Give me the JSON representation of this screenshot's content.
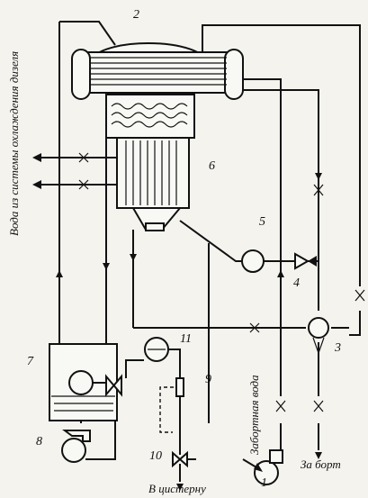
{
  "labels": {
    "cooling_water": "Вода из системы охлаждения дизеля",
    "seawater": "Забортная вода",
    "to_tank": "В цистерну",
    "overboard": "За борт"
  },
  "component_numbers": [
    "1",
    "2",
    "3",
    "4",
    "5",
    "6",
    "7",
    "8",
    "9",
    "10",
    "11"
  ]
}
